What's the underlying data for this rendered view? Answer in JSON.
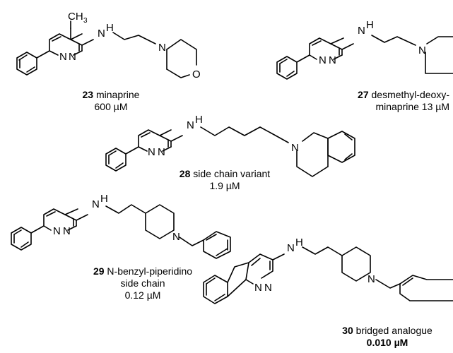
{
  "atoms": {
    "N": "N",
    "O": "O",
    "H": "H",
    "CH": "CH",
    "three": "3"
  },
  "compounds": [
    {
      "number": "23",
      "name": "minaprine",
      "activity": "600 µM"
    },
    {
      "number": "27",
      "name": "desmethyl-deoxy-",
      "name2": "minaprine 13 µM"
    },
    {
      "number": "28",
      "name": "side chain variant",
      "activity": "1.9 µM"
    },
    {
      "number": "29",
      "name": "N-benzyl-piperidino",
      "name2": "side chain",
      "activity": "0.12 µM"
    },
    {
      "number": "30",
      "name": "bridged analogue",
      "activity": "0.010 µM"
    }
  ]
}
